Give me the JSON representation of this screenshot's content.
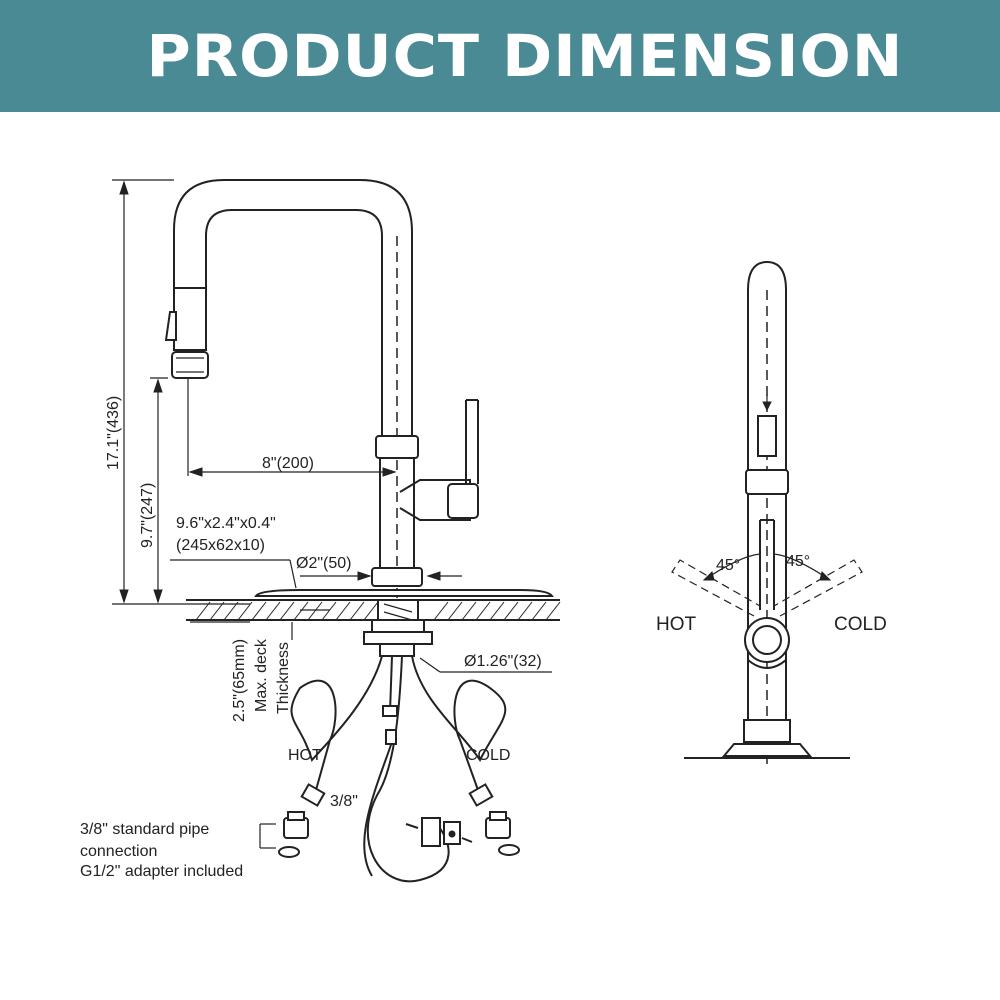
{
  "header": {
    "title": "PRODUCT DIMENSION",
    "background_color": "#4a8a94",
    "text_color": "#ffffff"
  },
  "side_view": {
    "total_height": "17.1\"(436)",
    "spout_height": "9.7\"(247)",
    "reach": "8\"(200)",
    "deck_plate_in": "9.6\"x2.4\"x0.4\"",
    "deck_plate_mm": "(245x62x10)",
    "base_diameter": "Ø2\"(50)",
    "shank_diameter": "Ø1.26\"(32)",
    "deck_thickness_value": "2.5\"(65mm)",
    "deck_thickness_line1": "Max. deck",
    "deck_thickness_line2": "Thickness",
    "hose_hot": "HOT",
    "hose_cold": "COLD",
    "hose_size": "3/8\""
  },
  "connection_note": {
    "line1": "3/8\" standard pipe",
    "line2": "connection",
    "line3": "G1/2\" adapter included"
  },
  "front_view": {
    "angle_left": "45°",
    "angle_right": "45°",
    "hot": "HOT",
    "cold": "COLD"
  }
}
